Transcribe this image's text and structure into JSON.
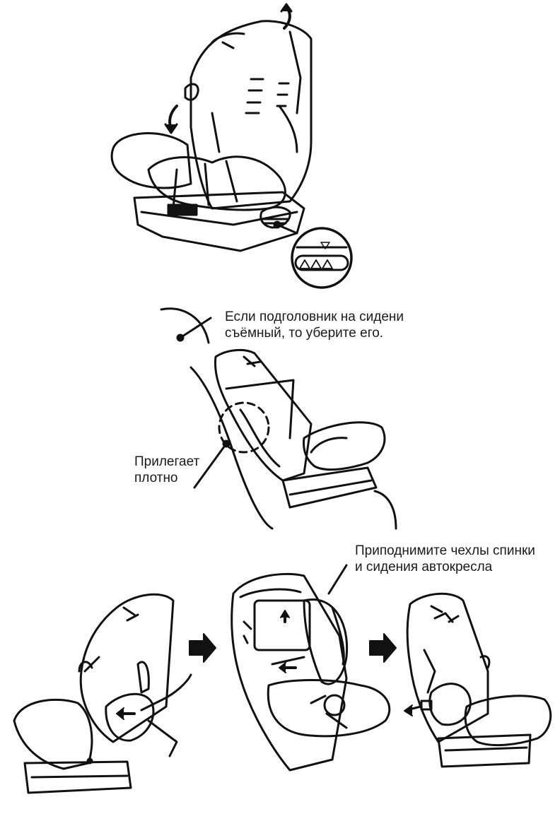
{
  "labels": {
    "headrest": {
      "line1": "Если подголовник на сидени",
      "line2": "съёмный, то уберите его."
    },
    "fits": {
      "line1": "Прилегает",
      "line2": "плотно"
    },
    "lift_covers": {
      "line1": "Приподнимите чехлы спинки",
      "line2": "и сидения автокресла"
    }
  },
  "indicator": {
    "icons": [
      "warning-triangle-icon",
      "warning-triangle-icon",
      "warning-triangle-icon"
    ],
    "marker": "down-triangle-icon"
  },
  "colors": {
    "line": "#111111",
    "background": "#ffffff"
  }
}
